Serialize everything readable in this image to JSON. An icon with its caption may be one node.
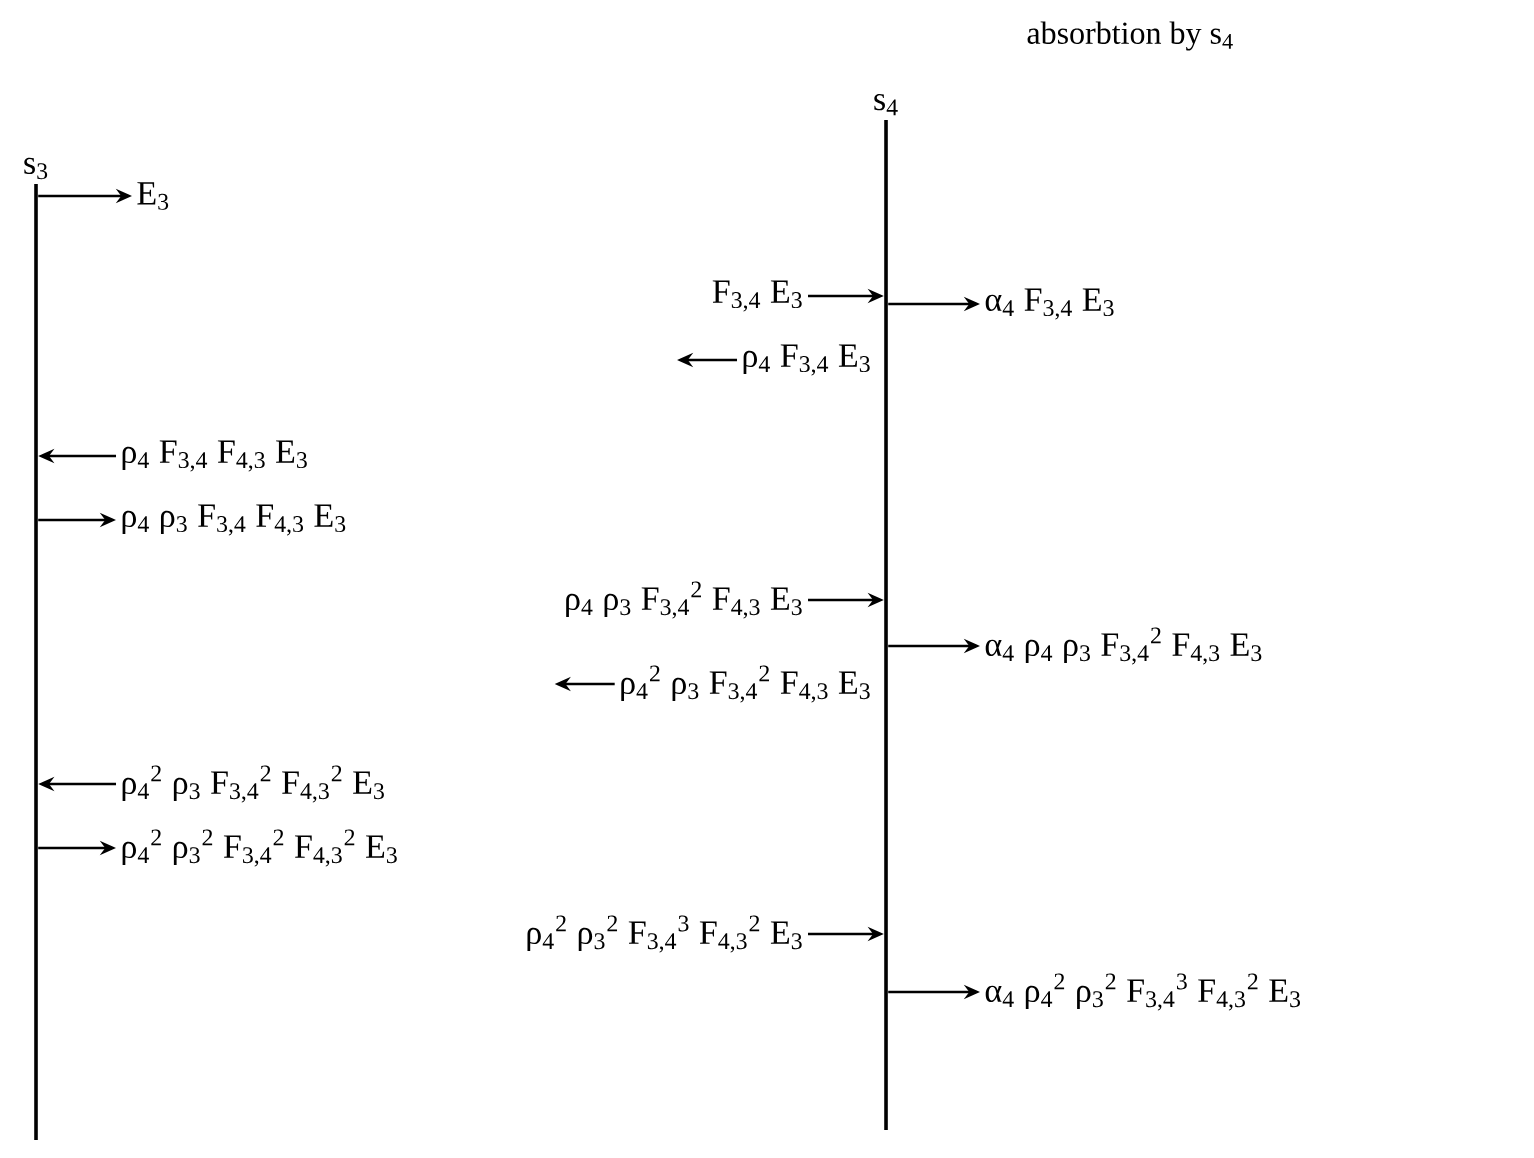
{
  "diagram": {
    "nodes": [
      {
        "text": [
          "s$_{3}$"
        ]
      },
      {
        "text": [
          "s$_{4}$"
        ]
      },
      {
        "text": [
          "E$_{3}$"
        ]
      },
      {
        "text": [
          "F$_{3,4}$ E$_{3}$"
        ]
      },
      {
        "text": [
          "α$_{4}$ F$_{3,4}$ E$_{3}$"
        ]
      },
      {
        "text": [
          "ρ$_{4}$ F$_{3,4}$ E$_{3}$"
        ]
      },
      {
        "text": [
          "ρ$_{4}$ F$_{3,4}$ F$_{4,3}$ E$_{3}$"
        ]
      },
      {
        "text": [
          "ρ$_{4}$ ρ$_{3}$ F$_{3,4}$ F$_{4,3}$ E$_{3}$"
        ]
      },
      {
        "text": [
          "ρ$_{4}$ ρ$_{3}$ F$_{3,4}$$^{2}$ F$_{4,3}$ E$_{3}$"
        ]
      },
      {
        "text": [
          "α$_{4}$ ρ$_{4}$ ρ$_{3}$ F$_{3,4}$$^{2}$ F$_{4,3}$ E$_{3}$"
        ]
      },
      {
        "text": [
          "ρ$_{4}$$^{2}$ ρ$_{3}$ F$_{3,4}$$^{2}$ F$_{4,3}$ E$_{3}$"
        ]
      },
      {
        "text": [
          "ρ$_{4}$$^{2}$ ρ$_{3}$ F$_{3,4}$$^{2}$ F$_{4,3}$$^{2}$ E$_{3}$"
        ]
      },
      {
        "text": [
          "ρ$_{4}$$^{2}$ ρ$_{3}$$^{2}$ F$_{3,4}$$^{2}$ F$_{4,3}$$^{2}$ E$_{3}$"
        ]
      },
      {
        "text": [
          "ρ$_{4}$$^{2}$ ρ$_{3}$$^{2}$ F$_{3,4}$$^{3}$ F$_{4,3}$$^{2}$ E$_{3}$"
        ]
      },
      {
        "text": [
          "α$_{4}$ ρ$_{4}$$^{2}$ ρ$_{3}$$^{2}$ F$_{3,4}$$^{3}$ F$_{4,3}$$^{2}$ E$_{3}$"
        ]
      }
    ],
    "edges": [
      {
        "from": 0,
        "to": 2,
        "arrow": "to"
      },
      {
        "from": 3,
        "to": 1,
        "arrow": "to"
      },
      {
        "from": 1,
        "to": 4,
        "arrow": "to"
      },
      {
        "from": 5,
        "to": null,
        "arrow": "to"
      },
      {
        "from": 6,
        "to": 0,
        "arrow": "to"
      },
      {
        "from": 0,
        "to": 7,
        "arrow": "to"
      },
      {
        "from": 8,
        "to": 1,
        "arrow": "to"
      },
      {
        "from": 1,
        "to": 9,
        "arrow": "to"
      },
      {
        "from": 10,
        "to": null,
        "arrow": "to"
      },
      {
        "from": 11,
        "to": 0,
        "arrow": "to"
      },
      {
        "from": 0,
        "to": 12,
        "arrow": "to"
      },
      {
        "from": 13,
        "to": 1,
        "arrow": "to"
      },
      {
        "from": 1,
        "to": 14,
        "arrow": "to"
      }
    ],
    "labels": [
      "absorbtion by s$_{4}$"
    ]
  }
}
